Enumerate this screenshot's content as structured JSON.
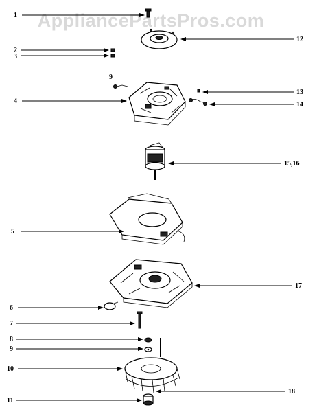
{
  "diagram": {
    "watermark": "AppliancePartsPros.com",
    "page_code": "",
    "callouts": [
      {
        "id": "c1",
        "text": "1"
      },
      {
        "id": "c2",
        "text": "2"
      },
      {
        "id": "c3",
        "text": "3"
      },
      {
        "id": "c4",
        "text": "4"
      },
      {
        "id": "c5",
        "text": "5"
      },
      {
        "id": "c6",
        "text": "6"
      },
      {
        "id": "c7",
        "text": "7"
      },
      {
        "id": "c8",
        "text": "8"
      },
      {
        "id": "c9",
        "text": "9"
      },
      {
        "id": "c10",
        "text": "10"
      },
      {
        "id": "c11",
        "text": "11"
      },
      {
        "id": "c12",
        "text": "12"
      },
      {
        "id": "c13",
        "text": "13"
      },
      {
        "id": "c14",
        "text": "14"
      },
      {
        "id": "c15",
        "text": "15,16"
      },
      {
        "id": "c17",
        "text": "17"
      },
      {
        "id": "c18",
        "text": "18"
      },
      {
        "id": "c19",
        "text": "9"
      }
    ]
  }
}
